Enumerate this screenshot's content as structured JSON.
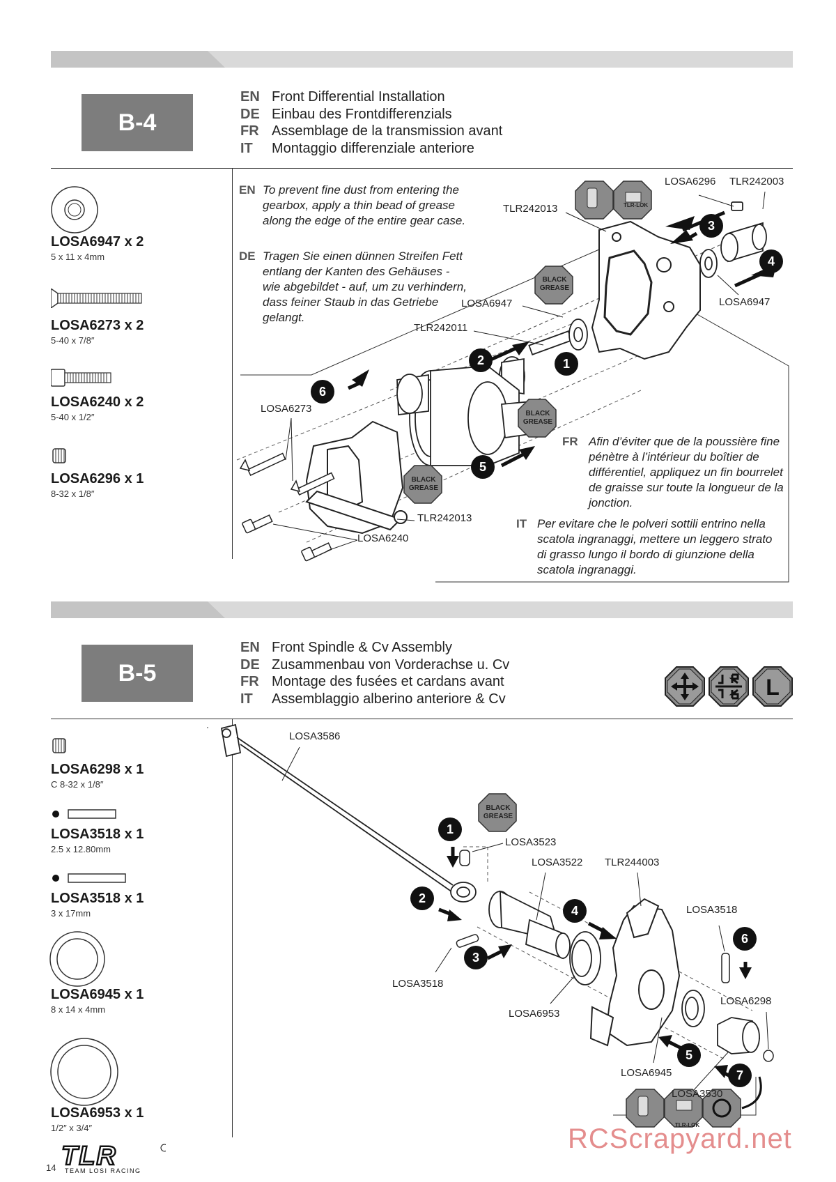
{
  "step_b4": {
    "label": "B-4",
    "titles": [
      {
        "lang": "EN",
        "text": "Front Differential Installation"
      },
      {
        "lang": "DE",
        "text": "Einbau des Frontdifferenzials"
      },
      {
        "lang": "FR",
        "text": "Assemblage de la transmission avant"
      },
      {
        "lang": "IT",
        "text": "Montaggio differenziale anteriore"
      }
    ],
    "parts": [
      {
        "name": "LOSA6947 x 2",
        "size": "5 x 11 x 4mm",
        "icon": "bearing-icon"
      },
      {
        "name": "LOSA6273 x 2",
        "size": "5-40 x 7/8″",
        "icon": "flat-head-screw-icon"
      },
      {
        "name": "LOSA6240 x 2",
        "size": "5-40 x 1/2″",
        "icon": "cap-head-screw-icon"
      },
      {
        "name": "LOSA6296 x 1",
        "size": "8-32 x 1/8″",
        "icon": "set-screw-icon"
      }
    ],
    "notes": {
      "en": {
        "lang": "EN",
        "text": "To prevent fine dust from entering the gearbox, apply a thin bead of grease along the edge of the entire gear case."
      },
      "de": {
        "lang": "DE",
        "text": "Tragen Sie einen dünnen Streifen Fett entlang der Kanten des Gehäuses - wie abgebildet - auf, um zu verhindern, dass feiner Staub in das Getriebe gelangt."
      },
      "fr": {
        "lang": "FR",
        "text": "Afin d’éviter que de la poussière fine pénètre à l’intérieur du boîtier de différentiel, appliquez un fin bourrelet de graisse sur toute la longueur de la jonction."
      },
      "it": {
        "lang": "IT",
        "text": "Per evitare che le polveri sottili entrino nella scatola ingranaggi, mettere un leggero strato di grasso lungo il bordo di giunzione della scatola ingranaggi."
      }
    },
    "callouts": {
      "losa6296": "LOSA6296",
      "tlr242003": "TLR242003",
      "tlr242013_top": "TLR242013",
      "losa6947_left": "LOSA6947",
      "losa6947_right": "LOSA6947",
      "tlr242011": "TLR242011",
      "losa6273": "LOSA6273",
      "tlr242013_bottom": "TLR242013",
      "losa6240": "LOSA6240"
    },
    "badges": {
      "black_grease": "BLACK GREASE",
      "tlr_lok": "TLR-LOK"
    },
    "step_numbers": [
      "1",
      "2",
      "3",
      "4",
      "5",
      "6"
    ]
  },
  "step_b5": {
    "label": "B-5",
    "titles": [
      {
        "lang": "EN",
        "text": "Front Spindle & Cv Assembly"
      },
      {
        "lang": "DE",
        "text": "Zusammenbau von Vorderachse u. Cv"
      },
      {
        "lang": "FR",
        "text": "Montage des fusées et cardans avant"
      },
      {
        "lang": "IT",
        "text": "Assemblaggio alberino anteriore & Cv"
      }
    ],
    "orientation_icons": [
      "move-arrows-icon",
      "mirror-jr-icon",
      "left-side-icon"
    ],
    "orientation_labels": {
      "left": "L"
    },
    "parts": [
      {
        "name": "LOSA6298 x 1",
        "size": "C 8-32 x 1/8″",
        "icon": "set-screw-icon"
      },
      {
        "name": "LOSA3518 x 1",
        "size": "2.5 x 12.80mm",
        "icon": "pin-icon"
      },
      {
        "name": "LOSA3518 x 1",
        "size": "3 x 17mm",
        "icon": "pin-icon"
      },
      {
        "name": "LOSA6945 x 1",
        "size": "8 x 14 x 4mm",
        "icon": "bearing-icon"
      },
      {
        "name": "LOSA6953 x 1",
        "size": "1/2″ x 3/4″",
        "icon": "bearing-icon"
      }
    ],
    "callouts": {
      "losa3586": "LOSA3586",
      "losa3523": "LOSA3523",
      "losa3522": "LOSA3522",
      "tlr244003": "TLR244003",
      "losa3518_right": "LOSA3518",
      "losa3518_left": "LOSA3518",
      "losa6953": "LOSA6953",
      "losa6298": "LOSA6298",
      "losa6945": "LOSA6945",
      "losa3530": "LOSA3530"
    },
    "badges": {
      "black_grease": "BLACK GREASE",
      "tlr_lok": "TLR-LOK"
    },
    "step_numbers": [
      "1",
      "2",
      "3",
      "4",
      "5",
      "6",
      "7"
    ]
  },
  "footer": {
    "page_number": "14",
    "logo_text": "TLR",
    "logo_subtitle": "TEAM LOSI RACING",
    "watermark": "RCScrapyard.net"
  }
}
